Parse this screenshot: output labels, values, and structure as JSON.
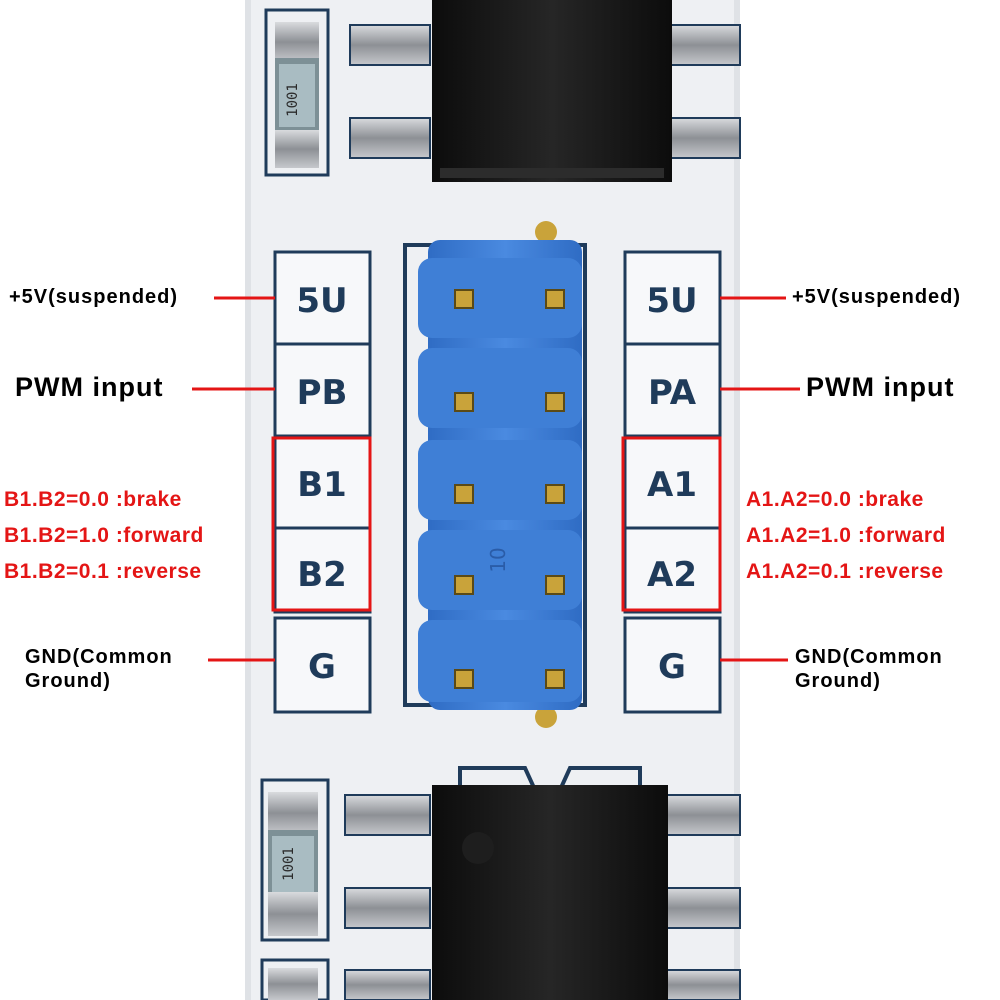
{
  "left": {
    "pads": [
      "5U",
      "PB",
      "B1",
      "B2",
      "G"
    ],
    "power_label": "+5V(suspended)",
    "pwm_label": "PWM input",
    "logic_lines": [
      "B1.B2=0.0 :brake",
      "B1.B2=1.0 :forward",
      "B1.B2=0.1 :reverse"
    ],
    "gnd_line1": "GND(Common",
    "gnd_line2": "Ground)"
  },
  "right": {
    "pads": [
      "5U",
      "PA",
      "A1",
      "A2",
      "G"
    ],
    "power_label": "+5V(suspended)",
    "pwm_label": "PWM input",
    "logic_lines": [
      "A1.A2=0.0 :brake",
      "A1.A2=1.0 :forward",
      "A1.A2=0.1 :reverse"
    ],
    "gnd_line1": "GND(Common",
    "gnd_line2": "Ground)"
  },
  "resistor_code": "1001",
  "connector_mark": "10",
  "colors": {
    "board": "#eef0f3",
    "connector": "#3f7fd6",
    "chip": "#141414",
    "pin": "#b9bcc1",
    "callout_line": "#e41515",
    "highlight_box": "#e41515",
    "logic_text": "#e41515",
    "pad_outline": "#1f3b5a",
    "gold_contact": "#c9a33a"
  }
}
